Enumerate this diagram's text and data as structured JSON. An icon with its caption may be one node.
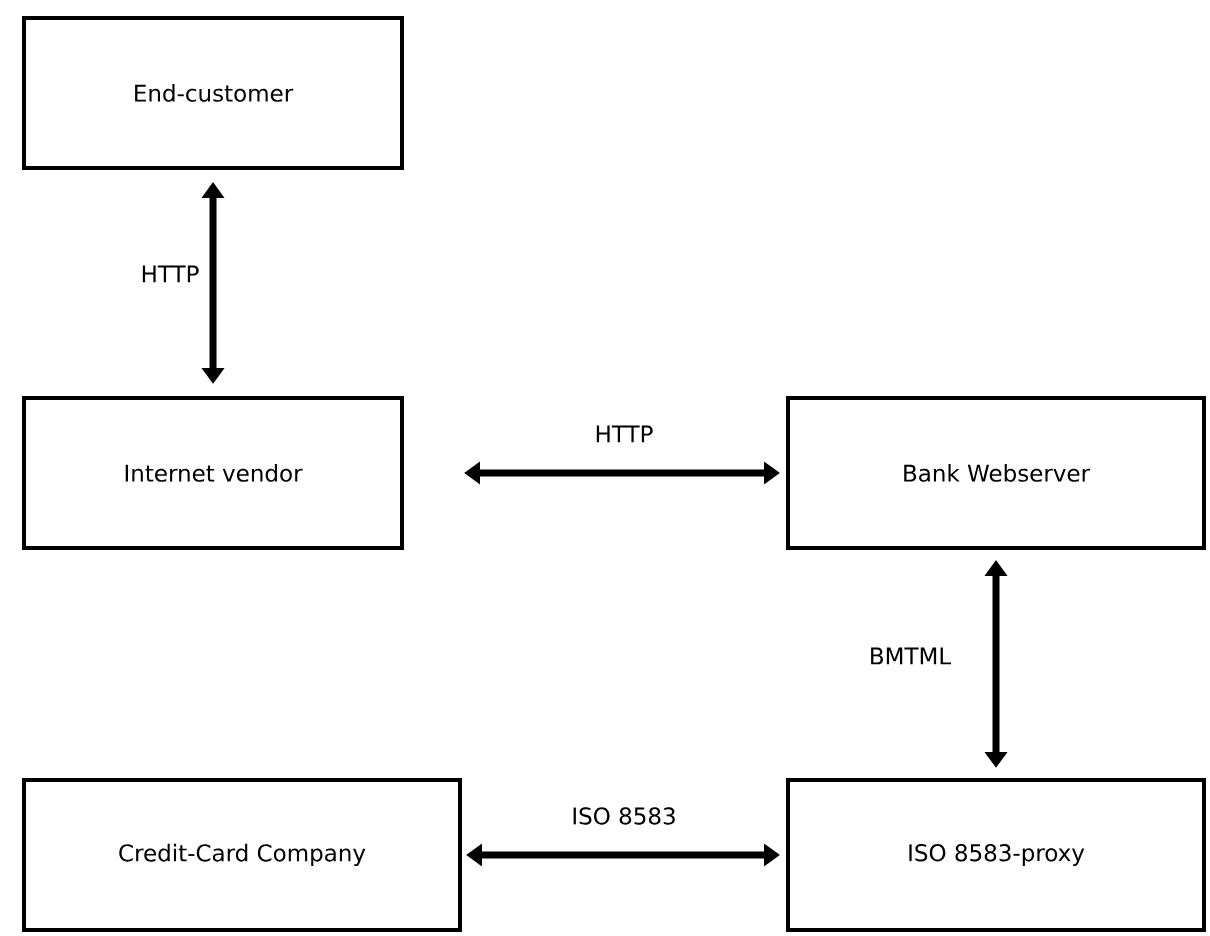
{
  "diagram": {
    "nodes": [
      {
        "text": [
          "End-customer"
        ]
      },
      {
        "text": [
          "Internet vendor"
        ]
      },
      {
        "text": [
          "Bank Webserver"
        ]
      },
      {
        "text": [
          "Credit-Card Company"
        ]
      },
      {
        "text": [
          "ISO 8583-proxy"
        ]
      }
    ],
    "edges": [
      {
        "from": 0,
        "to": 1,
        "arrow": "both",
        "label": "HTTP"
      },
      {
        "from": 1,
        "to": 2,
        "arrow": "both",
        "label": "HTTP"
      },
      {
        "from": 2,
        "to": 4,
        "arrow": "both",
        "label": "BMTML"
      },
      {
        "from": 3,
        "to": 4,
        "arrow": "both",
        "label": "ISO 8583"
      }
    ]
  }
}
